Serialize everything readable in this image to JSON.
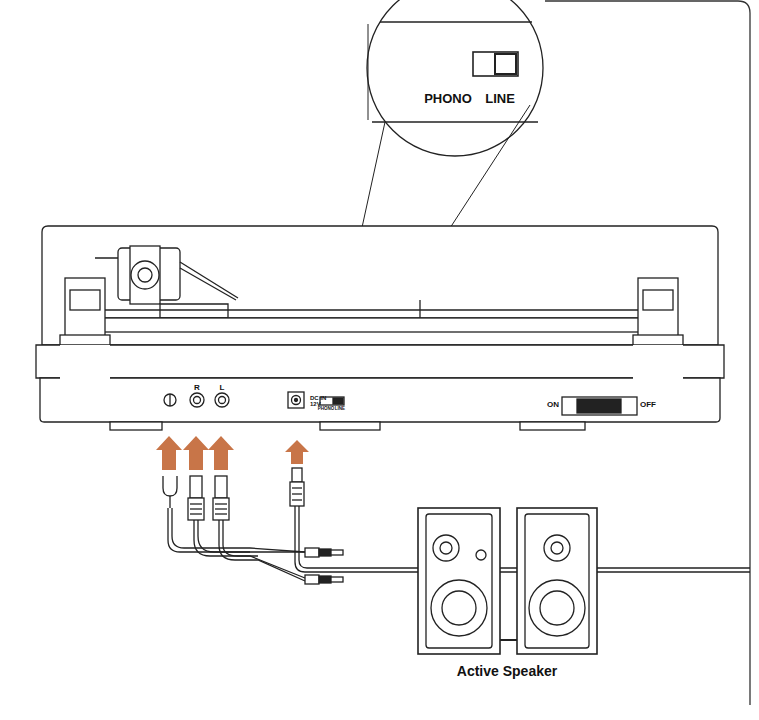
{
  "diagram": {
    "labels": [
      "PHONO",
      "LINE",
      "R",
      "L",
      "PHONO",
      "LINE",
      "DC IN 12V",
      "ON",
      "OFF",
      "Active Speaker"
    ]
  }
}
